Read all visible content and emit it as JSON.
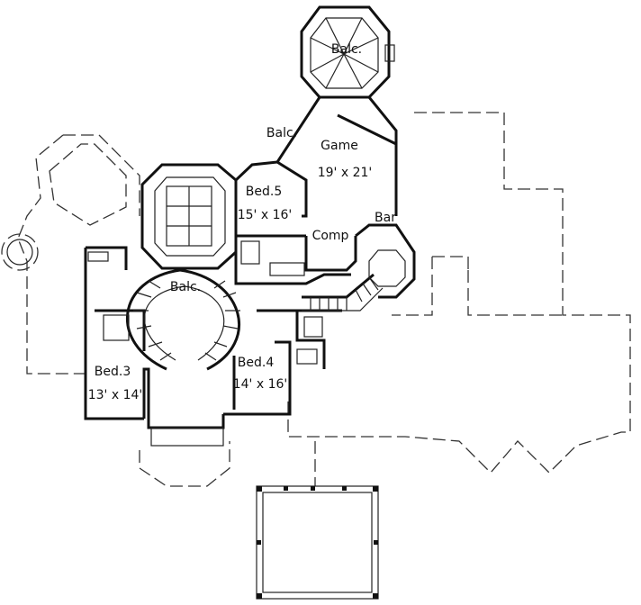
{
  "plan": {
    "labels": {
      "balc_top": "Balc.",
      "balc_upper": "Balc.",
      "game": "Game",
      "game_size": "19' x 21'",
      "bed5": "Bed.5",
      "bed5_size": "15' x 16'",
      "bar": "Bar",
      "comp": "Comp",
      "balc_center": "Balc.",
      "bed3": "Bed.3",
      "bed3_size": "13' x 14'",
      "bed4": "Bed.4",
      "bed4_size": "14' x 16'"
    },
    "colors": {
      "walls": "#111111",
      "background": "#ffffff"
    }
  }
}
